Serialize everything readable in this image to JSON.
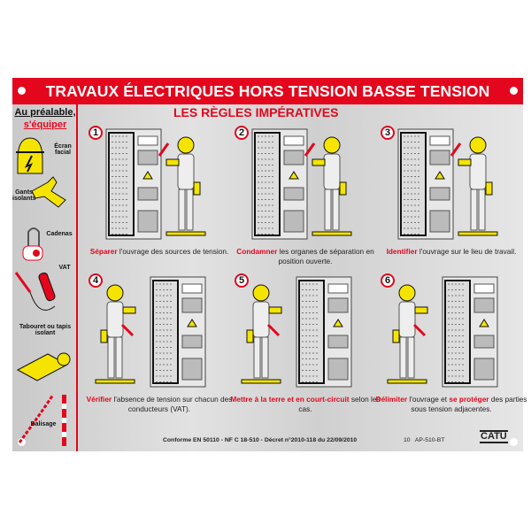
{
  "title": "TRAVAUX ÉLECTRIQUES HORS TENSION BASSE TENSION",
  "subtitle": "LES RÈGLES IMPÉRATIVES",
  "sidebar": {
    "title_line1": "Au préalable,",
    "title_line2": "s'équiper",
    "items": [
      {
        "label": "Écran facial",
        "icon": "face-shield-icon"
      },
      {
        "label": "Gants isolants",
        "icon": "insulating-gloves-icon"
      },
      {
        "label": "Cadenas",
        "icon": "padlock-icon"
      },
      {
        "label": "VAT",
        "icon": "voltage-tester-icon"
      },
      {
        "label": "Tabouret ou tapis isolant",
        "icon": "insulating-mat-icon"
      },
      {
        "label": "Balisage",
        "icon": "barrier-chain-icon"
      }
    ]
  },
  "steps": [
    {
      "number": "1",
      "keyword": "Séparer",
      "text": " l'ouvrage des sources de tension."
    },
    {
      "number": "2",
      "keyword": "Condamner",
      "text": " les organes de séparation en position ouverte."
    },
    {
      "number": "3",
      "keyword": "Identifier",
      "text": " l'ouvrage sur le lieu de travail."
    },
    {
      "number": "4",
      "keyword": "Vérifier",
      "text": " l'absence de tension sur chacun des conducteurs (VAT)."
    },
    {
      "number": "5",
      "keyword": "Mettre à la terre et en court-circuit",
      "text": " selon les cas."
    },
    {
      "number": "6",
      "keyword": "Délimiter",
      "text": " l'ouvrage et ",
      "keyword2": "se protéger",
      "text2": " des parties sous tension adjacentes."
    }
  ],
  "footer": {
    "compliance": "Conforme EN 50110 - NF C 18-510 - Décret n°2010-118 du 22/09/2010",
    "ref_number": "10",
    "ref_code": "AP-510-BT",
    "brand": "CATU"
  },
  "colors": {
    "accent": "#e3061c",
    "yellow": "#f5e400",
    "board": "#d6d6d6"
  }
}
